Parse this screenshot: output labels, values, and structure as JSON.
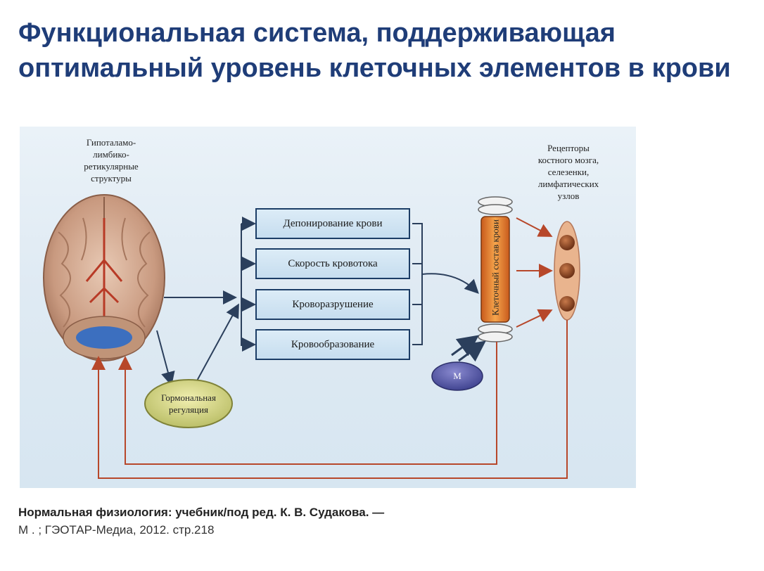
{
  "slide": {
    "title": "Функциональная система, поддерживающая оптимальный уровень клеточных элементов в крови"
  },
  "diagram": {
    "brain_label": "Гипоталамо-\nлимбико-\nретикулярные\nструктуры",
    "receptors_label": "Рецепторы\nкостного мозга,\nселезенки,\nлимфатических\nузлов",
    "boxes": [
      "Депонирование крови",
      "Скорость кровотока",
      "Кроворазрушение",
      "Кровообразование"
    ],
    "hormonal": "Гормональная\nрегуляция",
    "column_label": "Клеточный состав крови",
    "m_label": "М"
  },
  "citation": {
    "line1": "Нормальная физиология: учебник/под ред. К. В. Судакова. —",
    "line2": "М . ; ГЭОТАР-Медиа, 2012. стр.218"
  }
}
